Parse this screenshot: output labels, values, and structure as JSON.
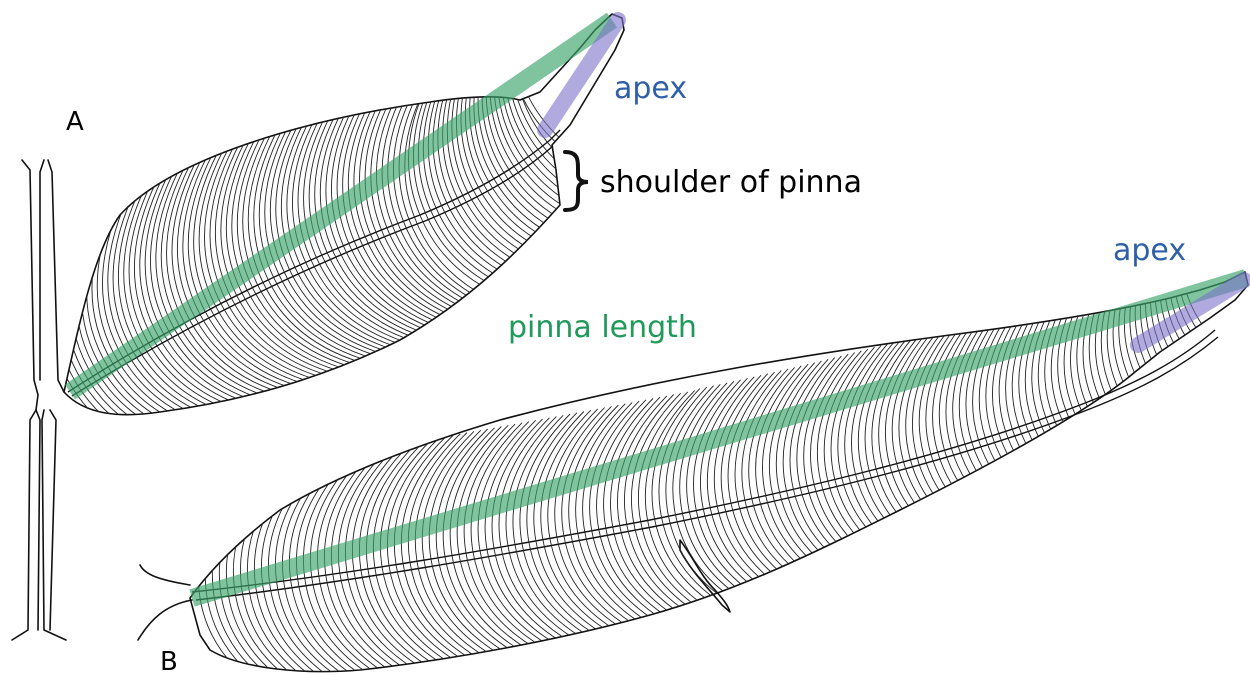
{
  "panel_a": {
    "letter": "A"
  },
  "panel_b": {
    "letter": "B"
  },
  "labels": {
    "apex_a": "apex",
    "apex_b": "apex",
    "shoulder": "shoulder of pinna",
    "pinna_length": "pinna length"
  },
  "colors": {
    "length_band": "#3aa56a",
    "apex_band": "#7b72c9",
    "apex_text": "#2e5fa8",
    "length_text": "#1f9a5a",
    "line": "#111111"
  }
}
